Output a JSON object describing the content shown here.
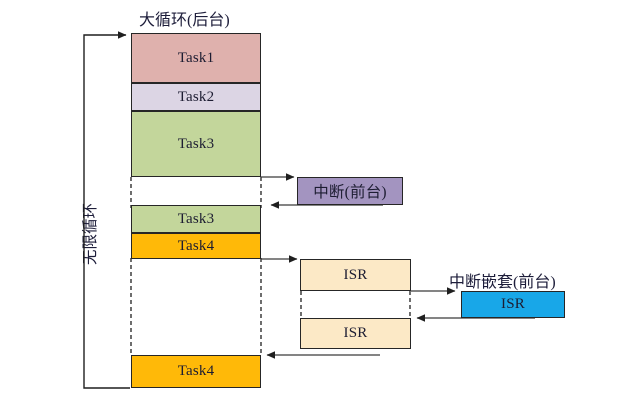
{
  "diagram": {
    "title_main": "大循环(后台)",
    "title_interrupt": "中断(前台)",
    "title_nested": "中断嵌套(前台)",
    "loop_label": "无限循环",
    "caption": "",
    "colors": {
      "task1": "#DFB1AD",
      "task2": "#DCD5E4",
      "task3": "#C3D69B",
      "task4": "#FFB908",
      "interrupt": "#A394C0",
      "isr": "#FCE9C6",
      "isr_nested": "#18A7E8",
      "stroke": "#262626",
      "line": "#3a3a3a"
    },
    "blocks": {
      "task1": "Task1",
      "task2": "Task2",
      "task3_first": "Task3",
      "task3_second": "Task3",
      "task4_first": "Task4",
      "task4_second": "Task4",
      "isr_top": "ISR",
      "isr_bottom": "ISR",
      "isr_nested": "ISR",
      "interrupt": "中断(前台)"
    }
  }
}
